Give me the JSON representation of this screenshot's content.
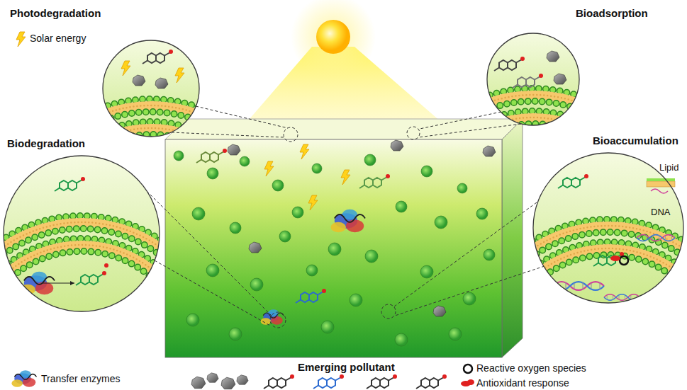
{
  "diagram": {
    "nodes": [
      {
        "text": [
          "Photodegradation"
        ]
      },
      {
        "text": [
          "Bioadsorption"
        ]
      },
      {
        "text": [
          "Biodegradation"
        ]
      },
      {
        "text": [
          "Bioaccumulation"
        ]
      }
    ],
    "labels": [
      "Emerging pollutant",
      "Lipid",
      "DNA"
    ],
    "legend": [
      {
        "text": "Solar energy"
      },
      {
        "text": "Transfer enzymes"
      },
      {
        "text": "Reactive oxygen species"
      },
      {
        "text": "Antioxidant response"
      }
    ]
  }
}
